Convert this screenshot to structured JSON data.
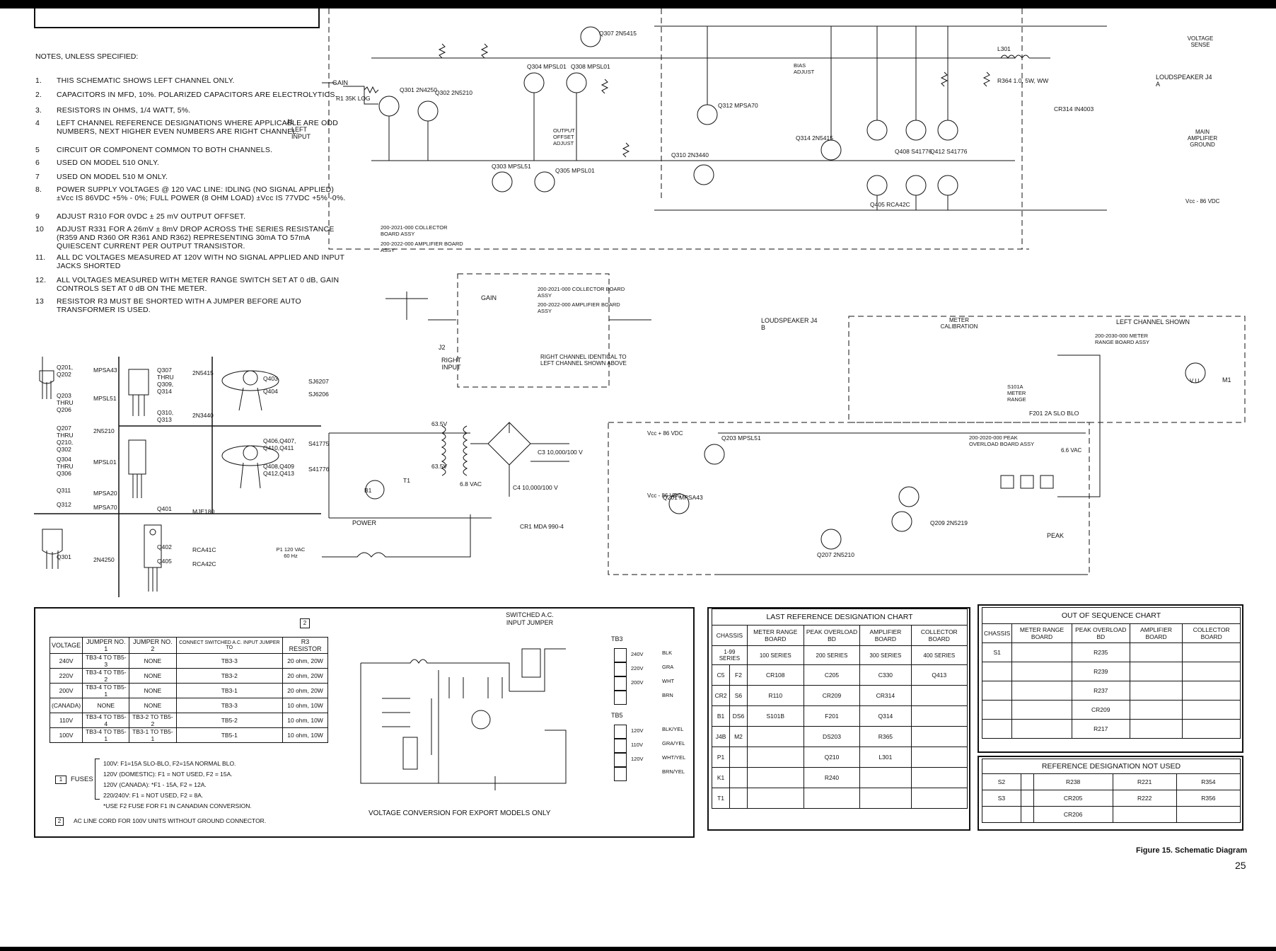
{
  "notes": {
    "header": "NOTES, UNLESS SPECIFIED:",
    "items": [
      {
        "num": "1.",
        "text": "THIS SCHEMATIC SHOWS LEFT CHANNEL ONLY."
      },
      {
        "num": "2.",
        "text": "CAPACITORS IN MFD, 10%. POLARIZED CAPACITORS ARE ELECTROLYTICS."
      },
      {
        "num": "3.",
        "text": "RESISTORS IN OHMS, 1/4 WATT, 5%."
      },
      {
        "num": "4",
        "text": "LEFT CHANNEL REFERENCE DESIGNATIONS WHERE APPLICABLE ARE ODD NUMBERS, NEXT HIGHER EVEN NUMBERS ARE RIGHT CHANNEL."
      },
      {
        "num": "5",
        "text": "CIRCUIT OR COMPONENT COMMON TO BOTH CHANNELS."
      },
      {
        "num": "6",
        "text": "USED ON MODEL 510 ONLY."
      },
      {
        "num": "7",
        "text": "USED ON MODEL 510 M ONLY."
      },
      {
        "num": "8.",
        "text": "POWER SUPPLY VOLTAGES @ 120 VAC LINE: IDLING (NO SIGNAL APPLIED) ±Vcc IS 86VDC +5% - 0%; FULL POWER (8 OHM LOAD) ±Vcc IS 77VDC +5% -0%."
      },
      {
        "num": "9",
        "text": "ADJUST R310 FOR 0VDC ± 25 mV OUTPUT OFFSET."
      },
      {
        "num": "10",
        "text": "ADJUST R331 FOR A 26mV ± 8mV DROP ACROSS THE SERIES RESISTANCE (R359 AND R360 OR R361 AND R362) REPRESENTING 30mA TO 57mA QUIESCENT CURRENT PER OUTPUT TRANSISTOR."
      },
      {
        "num": "11.",
        "text": "ALL DC VOLTAGES MEASURED AT 120V WITH NO SIGNAL APPLIED AND INPUT JACKS SHORTED"
      },
      {
        "num": "12.",
        "text": "ALL VOLTAGES MEASURED WITH METER RANGE SWITCH SET AT 0 dB, GAIN CONTROLS SET AT 0 dB ON THE METER."
      },
      {
        "num": "13",
        "text": "RESISTOR R3 MUST BE SHORTED WITH A JUMPER BEFORE AUTO TRANSFORMER IS USED."
      }
    ]
  },
  "transistors": {
    "col1": [
      {
        "parts": "Q201, Q202",
        "type": "MPSA43"
      },
      {
        "parts": "Q203 THRU Q206",
        "type": "MPSL51"
      },
      {
        "parts": "Q207 THRU Q210, Q302",
        "type": "2N5210"
      },
      {
        "parts": "Q304 THRU Q306",
        "type": "MPSL01"
      },
      {
        "parts": "Q311",
        "type": "MPSA20"
      },
      {
        "parts": "Q312",
        "type": "MPSA70"
      },
      {
        "parts": "Q301",
        "type": "2N4250"
      }
    ],
    "col2": [
      {
        "parts": "Q307 THRU Q309, Q314",
        "type": "2N5415"
      },
      {
        "parts": "Q310, Q313",
        "type": "2N3440"
      },
      {
        "parts": "Q401",
        "type": "MJE180"
      },
      {
        "parts": "Q402",
        "type": "RCA41C"
      },
      {
        "parts": "Q405",
        "type": "RCA42C"
      }
    ],
    "col3": [
      {
        "parts": "Q403",
        "type": "SJ6207"
      },
      {
        "parts": "Q404",
        "type": "SJ6206"
      },
      {
        "parts": "Q406,Q407, Q410,Q411",
        "type": "S41775"
      },
      {
        "parts": "Q408,Q409 Q412,Q413",
        "type": "S41776"
      }
    ]
  },
  "voltage_table": {
    "headers": [
      "VOLTAGE",
      "JUMPER NO. 1",
      "JUMPER NO. 2",
      "CONNECT SWITCHED A.C. INPUT JUMPER TO",
      "R3 RESISTOR"
    ],
    "rows": [
      [
        "240V",
        "TB3-4 TO TB5-3",
        "NONE",
        "TB3-3",
        "20 ohm, 20W"
      ],
      [
        "220V",
        "TB3-4 TO TB5-2",
        "NONE",
        "TB3-2",
        "20 ohm, 20W"
      ],
      [
        "200V",
        "TB3-4 TO TB5-1",
        "NONE",
        "TB3-1",
        "20 ohm, 20W"
      ],
      [
        "(CANADA)",
        "NONE",
        "NONE",
        "TB3-3",
        "10 ohm, 10W"
      ],
      [
        "110V",
        "TB3-4 TO TB5-4",
        "TB3-2 TO TB5-2",
        "TB5-2",
        "10 ohm, 10W"
      ],
      [
        "100V",
        "TB3-4 TO TB5-1",
        "TB3-1 TO TB5-1",
        "TB5-1",
        "10 ohm, 10W"
      ]
    ],
    "fuses_label": "FUSES",
    "fuses_lines": [
      "100V: F1=15A SLO-BLO, F2=15A NORMAL BLO.",
      "120V (DOMESTIC): F1 = NOT USED, F2 = 15A.",
      "120V (CANADA): *F1 - 15A, F2 = 12A.",
      "220/240V: F1 = NOT USED, F2 = 8A."
    ],
    "fuse_note": "*USE F2 FUSE FOR F1 IN CANADIAN CONVERSION.",
    "ac_cord_note": "AC LINE CORD FOR 100V UNITS WITHOUT GROUND CONNECTOR.",
    "marker1": "1",
    "marker2": "2"
  },
  "export_schematic": {
    "title": "VOLTAGE CONVERSION FOR EXPORT MODELS ONLY",
    "switched_label": "SWITCHED A.C. INPUT JUMPER",
    "tb3": "TB3",
    "tb5": "TB5",
    "tb3_taps": [
      "240V",
      "220V",
      "200V"
    ],
    "tb3_wires": [
      "BLK",
      "GRA",
      "WHT",
      "BRN"
    ],
    "tb5_taps": [
      "120V",
      "110V",
      "120V"
    ],
    "tb5_wires": [
      "BLK/YEL",
      "GRA/YEL",
      "WHT/YEL",
      "BRN/YEL"
    ]
  },
  "last_ref_chart": {
    "title": "LAST REFERENCE DESIGNATION CHART",
    "headers": [
      "CHASSIS",
      "METER RANGE BOARD",
      "PEAK OVERLOAD BD",
      "AMPLIFIER BOARD",
      "COLLECTOR BOARD"
    ],
    "series": [
      "1-99 SERIES",
      "100 SERIES",
      "200 SERIES",
      "300 SERIES",
      "400 SERIES"
    ],
    "rows": [
      [
        "C5",
        "F2",
        "CR108",
        "C205",
        "C330",
        "Q413"
      ],
      [
        "CR2",
        "S6",
        "R110",
        "CR209",
        "CR314",
        ""
      ],
      [
        "B1",
        "DS6",
        "S101B",
        "F201",
        "Q314",
        ""
      ],
      [
        "J4B",
        "M2",
        "",
        "DS203",
        "R365",
        ""
      ],
      [
        "P1",
        "",
        "",
        "Q210",
        "L301",
        ""
      ],
      [
        "K1",
        "",
        "",
        "R240",
        "",
        ""
      ],
      [
        "T1",
        "",
        "",
        "",
        "",
        ""
      ]
    ]
  },
  "out_of_seq_chart": {
    "title": "OUT OF SEQUENCE CHART",
    "headers": [
      "CHASSIS",
      "METER RANGE BOARD",
      "PEAK OVERLOAD BD",
      "AMPLIFIER BOARD",
      "COLLECTOR BOARD"
    ],
    "rows": [
      [
        "S1",
        "",
        "R235",
        "",
        ""
      ],
      [
        "",
        "",
        "R239",
        "",
        ""
      ],
      [
        "",
        "",
        "R237",
        "",
        ""
      ],
      [
        "",
        "",
        "CR209",
        "",
        ""
      ],
      [
        "",
        "",
        "R217",
        "",
        ""
      ]
    ]
  },
  "ref_not_used": {
    "title": "REFERENCE DESIGNATION NOT USED",
    "rows": [
      [
        "S2",
        "",
        "R238",
        "R221",
        "R354"
      ],
      [
        "S3",
        "",
        "CR205",
        "R222",
        "R356"
      ],
      [
        "",
        "",
        "CR206",
        "",
        ""
      ]
    ]
  },
  "schematic_labels": {
    "left_input": "LEFT INPUT",
    "right_input": "RIGHT INPUT",
    "gain": "GAIN",
    "j1": "J1",
    "j2": "J2",
    "collector_board": "200-2021-000 COLLECTOR BOARD ASSY",
    "amplifier_board": "200-2022-000 AMPLIFIER BOARD ASSY",
    "right_channel_note": "RIGHT CHANNEL IDENTICAL TO LEFT CHANNEL SHOWN ABOVE",
    "loudspeaker_a": "LOUDSPEAKER J4 A",
    "loudspeaker_b": "LOUDSPEAKER J4 B",
    "voltage_sense": "VOLTAGE SENSE",
    "main_amp_ground": "MAIN AMPLIFIER GROUND",
    "vcc_pos": "Vcc + 86 VDC",
    "vcc_neg": "Vcc - 86 VDC",
    "meter_range_board": "200-2030-000 METER RANGE BOARD ASSY",
    "peak_overload_board": "200-2020-000 PEAK OVERLOAD BOARD ASSY",
    "left_channel_shown": "LEFT CHANNEL SHOWN",
    "meter_calibration": "METER CALIBRATION",
    "power": "POWER",
    "p1_label": "P1 120 VAC 60 Hz",
    "output_offset": "OUTPUT OFFSET ADJUST",
    "bias_adjust": "BIAS ADJUST",
    "peak": "PEAK",
    "meter_range": "S101A METER RANGE",
    "ac_volts": "6.6 VAC",
    "vu": "V U",
    "m1": "M1",
    "cr1": "CR1 MDA 990-4",
    "t1": "T1",
    "vac_63_5a": "63.5V",
    "vac_63_5b": "63.5V",
    "vac_6_8": "6.8 VAC",
    "c3": "C3 10,000/100 V",
    "c4": "C4 10,000/100 V"
  },
  "figure_caption": "Figure 15. Schematic Diagram",
  "page_number": "25"
}
